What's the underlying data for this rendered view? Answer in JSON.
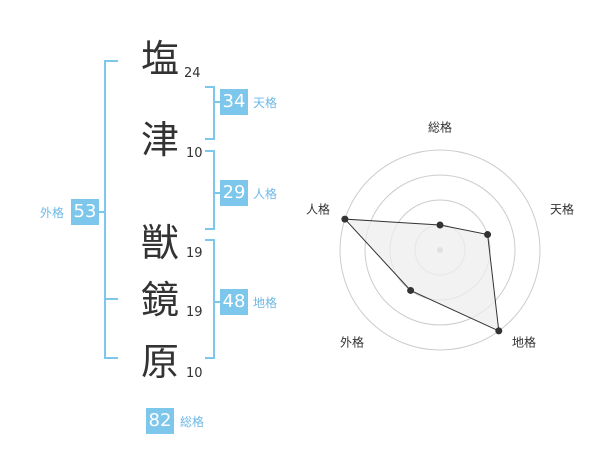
{
  "name": {
    "kanji": [
      {
        "char": "塩",
        "strokes": "24"
      },
      {
        "char": "津",
        "strokes": "10"
      },
      {
        "char": "獣",
        "strokes": "19"
      },
      {
        "char": "鏡",
        "strokes": "19"
      },
      {
        "char": "原",
        "strokes": "10"
      }
    ]
  },
  "fortunes": {
    "tenkaku": {
      "value": "34",
      "label": "天格"
    },
    "jinkaku": {
      "value": "29",
      "label": "人格"
    },
    "chikaku": {
      "value": "48",
      "label": "地格"
    },
    "gaikaku": {
      "value": "53",
      "label": "外格"
    },
    "soukaku": {
      "value": "82",
      "label": "総格"
    }
  },
  "chart_data": {
    "type": "radar",
    "axes": [
      "総格",
      "天格",
      "地格",
      "外格",
      "人格"
    ],
    "values": [
      1,
      2,
      4,
      2,
      4
    ],
    "max": 4,
    "rings": 4,
    "colors": {
      "accent": "#7dc6ec",
      "fill": "#eeeeee",
      "line": "#333333",
      "grid": "#cccccc"
    }
  }
}
